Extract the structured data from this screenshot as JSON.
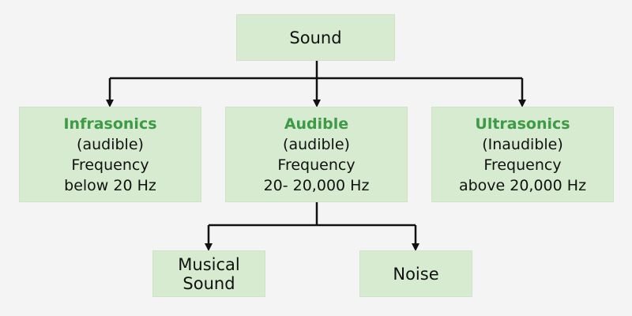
{
  "diagram": {
    "root": {
      "label": "Sound"
    },
    "categories": [
      {
        "title": "Infrasonics",
        "line1": "(audible)",
        "line2": "Frequency",
        "line3": "below 20 Hz"
      },
      {
        "title": "Audible",
        "line1": "(audible)",
        "line2": "Frequency",
        "line3": "20- 20,000 Hz"
      },
      {
        "title": "Ultrasonics",
        "line1": "(Inaudible)",
        "line2": "Frequency",
        "line3": "above 20,000 Hz"
      }
    ],
    "audible_children": [
      {
        "line1": "Musical",
        "line2": "Sound"
      },
      {
        "line1": "Noise"
      }
    ],
    "colors": {
      "box_fill": "#d6ebd0",
      "heading": "#3d9a45",
      "connector": "#111111",
      "background": "#f4f4f4"
    }
  }
}
